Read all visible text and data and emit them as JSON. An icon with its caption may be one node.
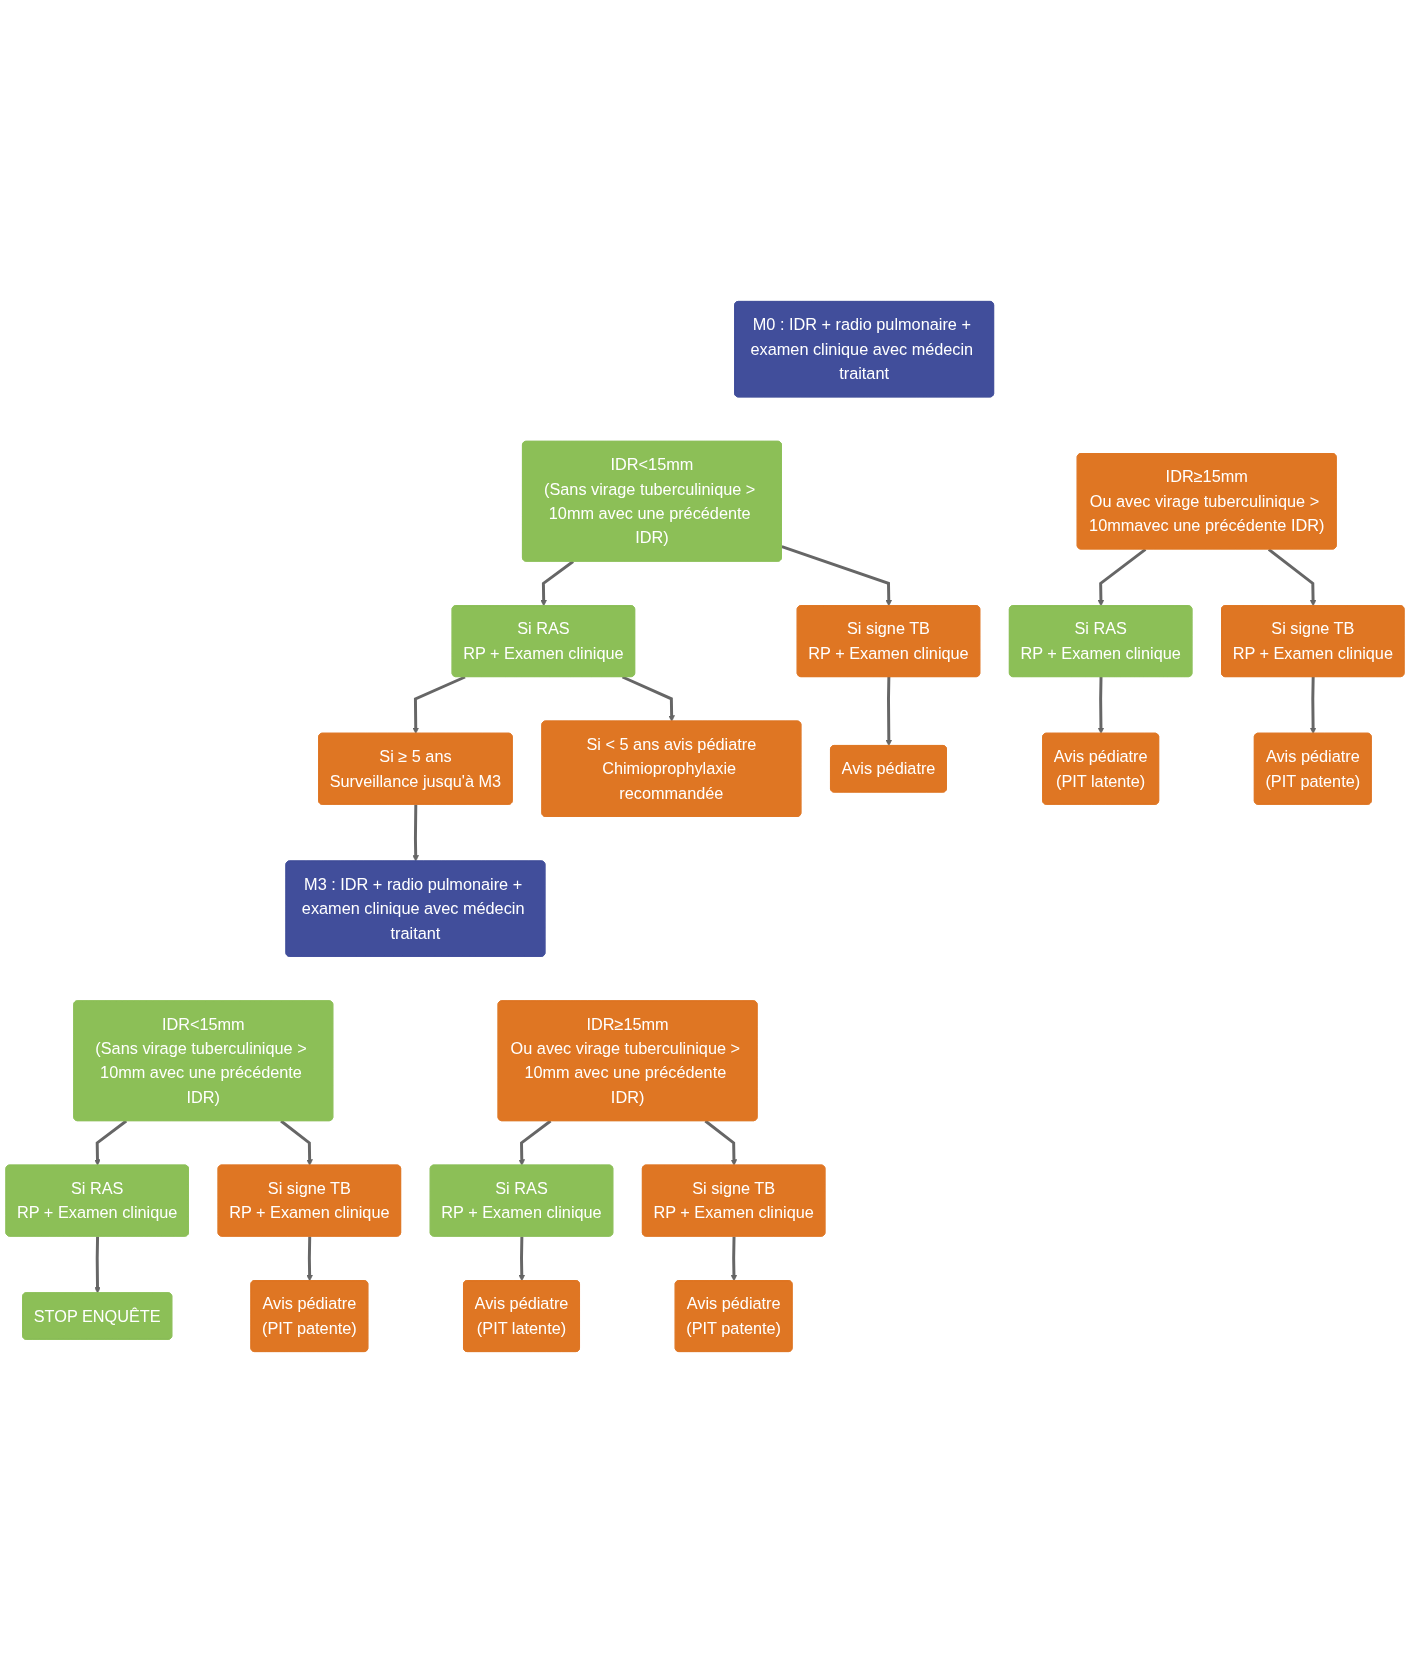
{
  "diagram": {
    "nodes": [
      {
        "text": [
          "M0 : IDR + radio pulmonaire + examen clinique avec médecin traitant"
        ]
      },
      {
        "text": [
          "IDR<15mm",
          "(Sans virage tuberculinique > 10mm avec une précédente IDR)"
        ]
      },
      {
        "text": [
          "IDR≥15mm",
          "Ou avec virage tuberculinique > 10mmavec une précédente IDR)"
        ]
      },
      {
        "text": [
          "Si RAS",
          "RP + Examen clinique"
        ]
      },
      {
        "text": [
          "Si signe TB",
          "RP + Examen clinique"
        ]
      },
      {
        "text": [
          "Si RAS",
          "RP + Examen clinique"
        ]
      },
      {
        "text": [
          "Si signe TB",
          "RP + Examen clinique"
        ]
      },
      {
        "text": [
          "Si ≥ 5 ans",
          "Surveillance jusqu'à M3"
        ]
      },
      {
        "text": [
          "Si < 5 ans avis pédiatre",
          "Chimioprophylaxie recommandée"
        ]
      },
      {
        "text": [
          "Avis pédiatre"
        ]
      },
      {
        "text": [
          "Avis pédiatre",
          "(PIT latente)"
        ]
      },
      {
        "text": [
          "Avis pédiatre",
          "(PIT patente)"
        ]
      },
      {
        "text": [
          "M3 : IDR + radio pulmonaire + examen clinique avec médecin traitant"
        ]
      },
      {
        "text": [
          "IDR<15mm",
          "(Sans virage tuberculinique > 10mm avec une précédente IDR)"
        ]
      },
      {
        "text": [
          "IDR≥15mm",
          "Ou avec virage tuberculinique > 10mm avec une précédente IDR)"
        ]
      },
      {
        "text": [
          "Si RAS",
          "RP + Examen clinique"
        ]
      },
      {
        "text": [
          "Si signe TB",
          "RP + Examen clinique"
        ]
      },
      {
        "text": [
          "Si RAS",
          "RP + Examen clinique"
        ]
      },
      {
        "text": [
          "Si signe TB",
          "RP + Examen clinique"
        ]
      },
      {
        "text": [
          "STOP ENQUÊTE"
        ]
      },
      {
        "text": [
          "Avis pédiatre",
          "(PIT patente)"
        ]
      },
      {
        "text": [
          "Avis pédiatre",
          "(PIT latente)"
        ]
      },
      {
        "text": [
          "Avis pédiatre",
          "(PIT patente)"
        ]
      }
    ],
    "edges": [
      {
        "from": 1,
        "to": 3,
        "arrow": "to"
      },
      {
        "from": 1,
        "to": 4,
        "arrow": "to"
      },
      {
        "from": 2,
        "to": 5,
        "arrow": "to"
      },
      {
        "from": 2,
        "to": 6,
        "arrow": "to"
      },
      {
        "from": 3,
        "to": 7,
        "arrow": "to"
      },
      {
        "from": 3,
        "to": 8,
        "arrow": "to"
      },
      {
        "from": 4,
        "to": 9,
        "arrow": "to"
      },
      {
        "from": 5,
        "to": 10,
        "arrow": "to"
      },
      {
        "from": 6,
        "to": 11,
        "arrow": "to"
      },
      {
        "from": 7,
        "to": 12,
        "arrow": "to"
      },
      {
        "from": 13,
        "to": 15,
        "arrow": "to"
      },
      {
        "from": 13,
        "to": 16,
        "arrow": "to"
      },
      {
        "from": 14,
        "to": 17,
        "arrow": "to"
      },
      {
        "from": 14,
        "to": 18,
        "arrow": "to"
      },
      {
        "from": 15,
        "to": 19,
        "arrow": "to"
      },
      {
        "from": 16,
        "to": 20,
        "arrow": "to"
      },
      {
        "from": 17,
        "to": 21,
        "arrow": "to"
      },
      {
        "from": 18,
        "to": 22,
        "arrow": "to"
      }
    ]
  }
}
